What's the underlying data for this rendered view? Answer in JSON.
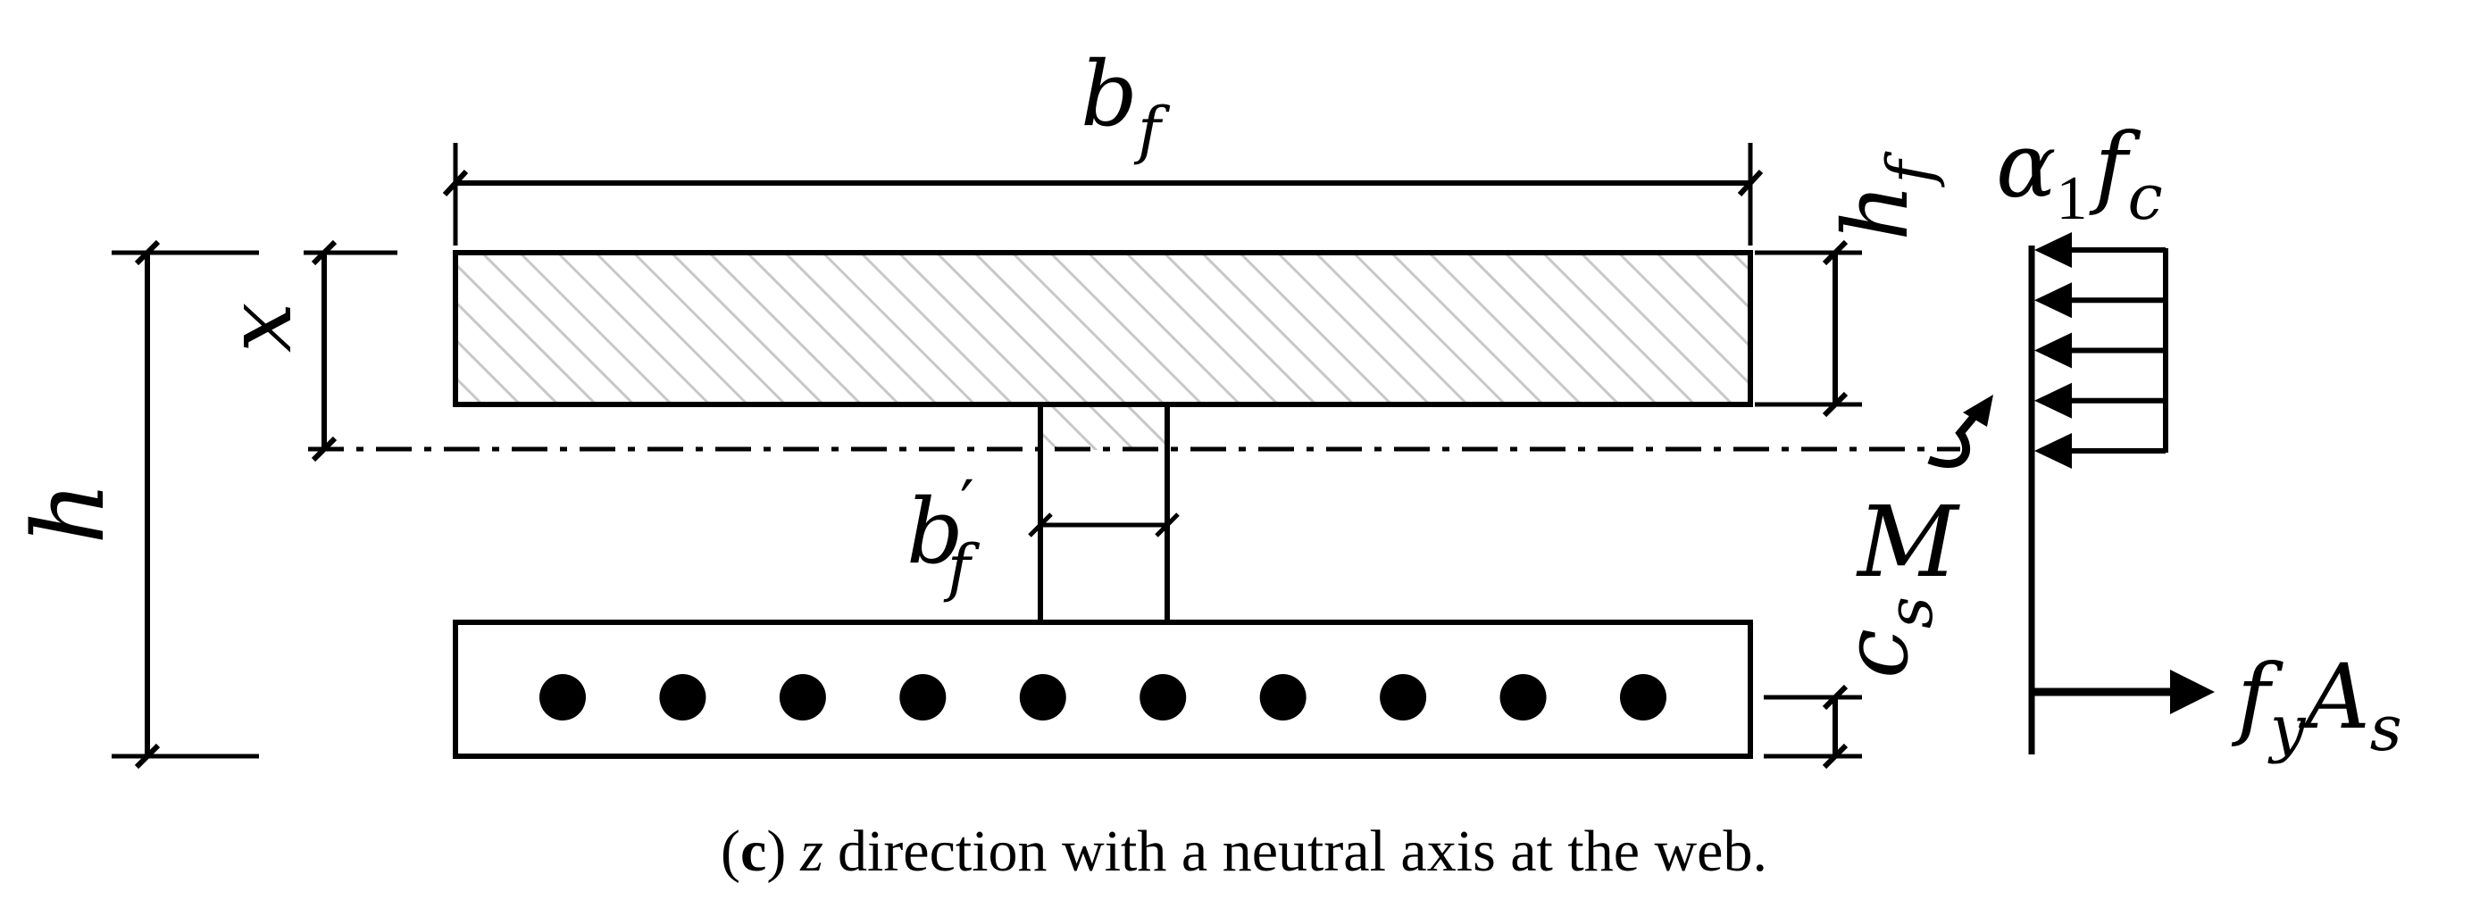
{
  "diagram": {
    "labels": {
      "flange_width": {
        "main": "b",
        "sub": "f"
      },
      "flange_thickness": {
        "main": "h",
        "sub": "f"
      },
      "section_height": "h",
      "compression_depth": "x",
      "web_width": {
        "main": "b",
        "prime": "′",
        "sub": "f"
      },
      "cover": {
        "main": "c",
        "sub": "s"
      },
      "moment": "M",
      "concrete_stress": {
        "alpha": "α",
        "alpha_sub": "1",
        "f": "f",
        "f_sub": "c"
      },
      "steel_force": {
        "f": "f",
        "f_sub": "y",
        "A": "A",
        "A_sub": "s"
      }
    },
    "rebar_count": 10,
    "stress_arrow_count": 5,
    "caption": {
      "open": "(",
      "letter": "c",
      "close": ")",
      "var": "z",
      "text": "direction with a neutral axis at the web."
    },
    "colors": {
      "line": "#000000",
      "hatch": "#c8c8c8",
      "background": "#ffffff"
    }
  }
}
